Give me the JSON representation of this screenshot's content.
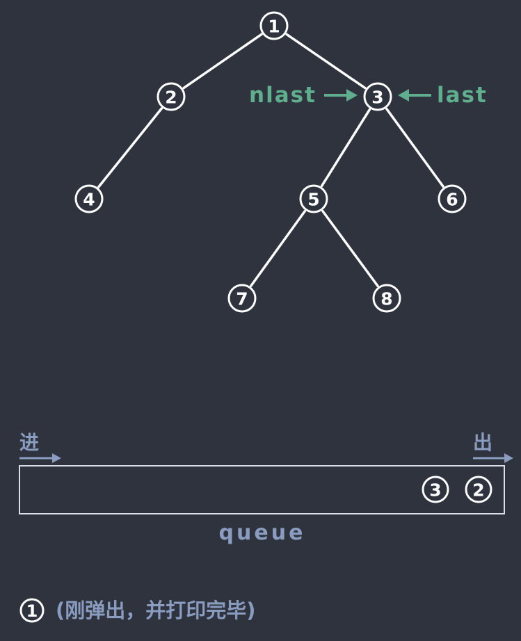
{
  "tree": {
    "nodes": [
      {
        "id": "1",
        "label": "1"
      },
      {
        "id": "2",
        "label": "2"
      },
      {
        "id": "3",
        "label": "3"
      },
      {
        "id": "4",
        "label": "4"
      },
      {
        "id": "5",
        "label": "5"
      },
      {
        "id": "6",
        "label": "6"
      },
      {
        "id": "7",
        "label": "7"
      },
      {
        "id": "8",
        "label": "8"
      }
    ],
    "edges": [
      [
        "1",
        "2"
      ],
      [
        "1",
        "3"
      ],
      [
        "2",
        "4"
      ],
      [
        "3",
        "5"
      ],
      [
        "3",
        "6"
      ],
      [
        "5",
        "7"
      ],
      [
        "5",
        "8"
      ]
    ]
  },
  "annotations": {
    "nlast": {
      "label": "nlast",
      "target": "3"
    },
    "last": {
      "label": "last",
      "target": "3"
    },
    "color": "#5fae8e"
  },
  "queue": {
    "label": "queue",
    "in_label": "进",
    "out_label": "出",
    "items": [
      "3",
      "2"
    ]
  },
  "caption": {
    "node": "1",
    "text": "(刚弹出，并打印完毕)"
  },
  "colors": {
    "background": "#2e333d",
    "node": "#ffffff",
    "annotation": "#5fae8e",
    "muted": "#8a9cc0"
  }
}
